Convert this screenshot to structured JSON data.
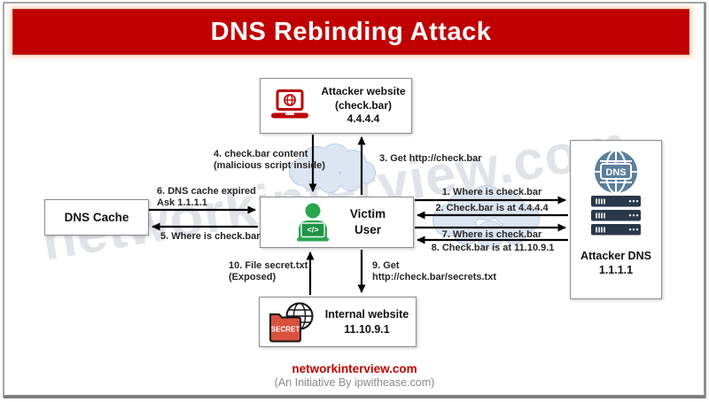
{
  "banner": {
    "title": "DNS Rebinding Attack"
  },
  "watermark": {
    "text": "networkinterview.com"
  },
  "nodes": {
    "attacker_website": {
      "icon": "laptop-globe-icon",
      "line1": "Attacker website",
      "line2": "(check.bar)",
      "line3": "4.4.4.4"
    },
    "victim": {
      "icon": "person-laptop-icon",
      "icon_text": "</>",
      "line1": "Victim",
      "line2": "User"
    },
    "dns_cache": {
      "label": "DNS Cache"
    },
    "attacker_dns": {
      "icon": "dns-globe-servers-icon",
      "icon_text": "DNS",
      "line1": "Attacker DNS",
      "line2": "1.1.1.1"
    },
    "internal_website": {
      "icon": "globe-secret-folder-icon",
      "icon_text": "SECRET",
      "line1": "Internal website",
      "line2": "11.10.9.1"
    }
  },
  "flows": {
    "f1": {
      "label": "1. Where is check.bar",
      "direction": "victim-to-attacker-dns"
    },
    "f2": {
      "label": "2. Check.bar is at 4.4.4.4",
      "direction": "attacker-dns-to-victim"
    },
    "f3": {
      "label": "3. Get http://check.bar",
      "direction": "victim-to-attacker-website"
    },
    "f4": {
      "label": "4. check.bar content",
      "label2": "(malicious script inside)",
      "direction": "attacker-website-to-victim"
    },
    "f5": {
      "label": "5. Where is check.bar",
      "direction": "victim-to-dns-cache"
    },
    "f6": {
      "label": "6. DNS cache expired",
      "label2": "Ask 1.1.1.1",
      "direction": "dns-cache-to-victim"
    },
    "f7": {
      "label": "7. Where is check.bar",
      "direction": "victim-to-attacker-dns"
    },
    "f8": {
      "label": "8. Check.bar is at 11.10.9.1",
      "direction": "attacker-dns-to-victim"
    },
    "f9": {
      "label": "9. Get",
      "label2": "http://check.bar/secrets.txt",
      "direction": "victim-to-internal-website"
    },
    "f10": {
      "label": "10. File secret.txt",
      "label2": "(Exposed)",
      "direction": "internal-website-to-victim"
    }
  },
  "footer": {
    "site": "networkinterview.com",
    "tagline": "(An Initiative By ipwithease.com)"
  },
  "colors": {
    "banner_bg": "#c00000",
    "banner_text": "#ffffff",
    "attacker_red": "#c00000",
    "victim_green": "#2aa650",
    "dns_globe": "#5b7f9d",
    "dns_server": "#29384a",
    "secret_folder": "#d9503f",
    "cloud_fill": "#dce6f2",
    "cloud_stroke": "#b9cde5",
    "arrow": "#000000",
    "label_text": "#262626",
    "footer_link": "#c00000",
    "footer_tagline": "#8a8a8a",
    "watermark": "#c3c9d2"
  }
}
